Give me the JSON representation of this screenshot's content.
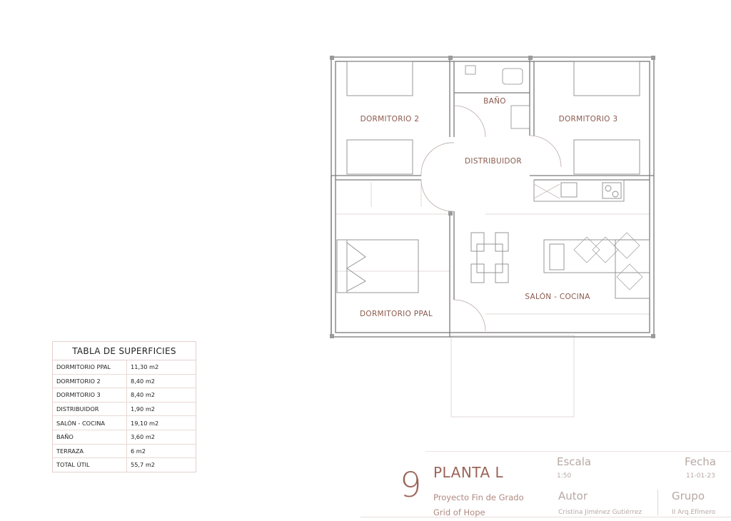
{
  "rooms": {
    "dormitorio2": "DORMITORIO 2",
    "bano": "BAÑO",
    "dormitorio3": "DORMITORIO 3",
    "distribuidor": "DISTRIBUIDOR",
    "dormitorio_ppal": "DORMITORIO PPAL",
    "salon_cocina": "SALÓN - COCINA"
  },
  "table": {
    "title": "TABLA DE SUPERFICIES",
    "rows": [
      {
        "name": "DORMITORIO PPAL",
        "value": "11,30 m2"
      },
      {
        "name": "DORMITORIO 2",
        "value": "8,40 m2"
      },
      {
        "name": "DORMITORIO 3",
        "value": "8,40 m2"
      },
      {
        "name": "DISTRIBUIDOR",
        "value": "1,90 m2"
      },
      {
        "name": "SALÓN - COCINA",
        "value": "19,10 m2"
      },
      {
        "name": "BAÑO",
        "value": "3,60 m2"
      },
      {
        "name": "TERRAZA",
        "value": "6 m2"
      },
      {
        "name": "TOTAL ÚTIL",
        "value": "55,7 m2"
      }
    ]
  },
  "footer": {
    "number": "9",
    "title": "PLANTA L",
    "project": "Proyecto Fin de Grado",
    "subtitle": "Grid of Hope",
    "escala_label": "Escala",
    "escala_value": "1:50",
    "fecha_label": "Fecha",
    "fecha_value": "11-01-23",
    "autor_label": "Autor",
    "autor_value": "Cristina Jiménez Gutiérrez",
    "grupo_label": "Grupo",
    "grupo_value": "II Arq.Efímero"
  },
  "colors": {
    "accent": "#9a6458",
    "line": "#8c8c8c",
    "light_line": "#d2c6c4"
  }
}
